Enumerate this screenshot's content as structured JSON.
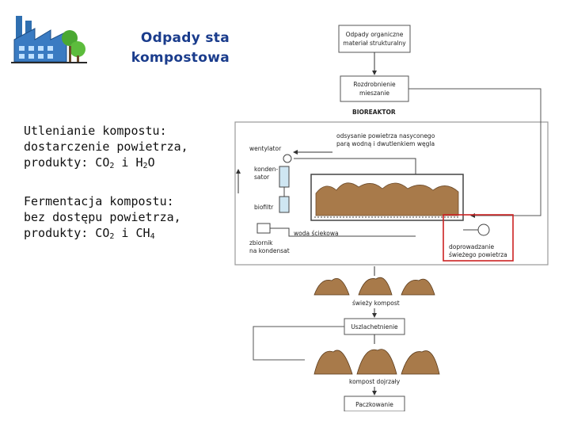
{
  "title": {
    "line1": "Odpady sta",
    "line2": "kompostowa"
  },
  "oxidation": {
    "line1": "Utlenianie kompostu:",
    "line2": "dostarczenie powietrza,",
    "products_prefix": "produkty: CO",
    "sub1": "2",
    "mid": " i H",
    "sub2": "2",
    "suffix": "O"
  },
  "fermentation": {
    "line1": "Fermentacja kompostu:",
    "line2": "bez dostępu powietrza,",
    "products_prefix": "produkty: CO",
    "sub1": "2",
    "mid": " i CH",
    "sub2": "4"
  },
  "diagram": {
    "box_input_1": "Odpady organiczne",
    "box_input_2": "materiał strukturalny",
    "box_shred_1": "Rozdrobnienie",
    "box_shred_2": "mieszanie",
    "bioreactor": "BIOREAKTOR",
    "exhaust_1": "odsysanie powietrza nasyconego",
    "exhaust_2": "parą wodną i dwutlenkiem węgla",
    "fan": "wentylator",
    "condenser_1": "konden-",
    "condenser_2": "sator",
    "biofilter": "biofiltr",
    "tank_1": "zbiornik",
    "tank_2": "na kondensat",
    "wastewater": "woda ściekowa",
    "air_supply_1": "doprowadzanie",
    "air_supply_2": "świeżego powietrza",
    "fresh_compost": "świeży kompost",
    "refine": "Uszlachetnienie",
    "mature_compost": "kompost dojrzały",
    "packaging": "Paczkowanie"
  },
  "colors": {
    "title": "#1a3c8c",
    "highlight": "#cc2222",
    "compost": "#a87a4a",
    "logo_factory": "#2f6fb0",
    "logo_tree": "#4aa832"
  }
}
